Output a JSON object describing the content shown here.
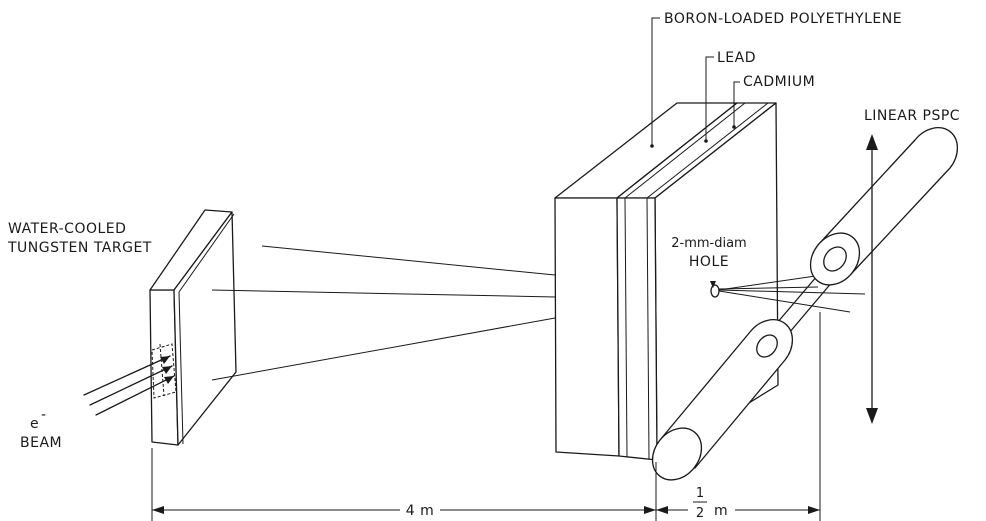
{
  "labels": {
    "boron": "BORON-LOADED POLYETHYLENE",
    "lead": "LEAD",
    "cadmium": "CADMIUM",
    "pspc": "LINEAR PSPC",
    "target_line1": "WATER-COOLED",
    "target_line2": "TUNGSTEN TARGET",
    "hole_line1": "2-mm-diam",
    "hole_line2": "HOLE",
    "electron": "e",
    "electron_sup": "-",
    "beam": "BEAM",
    "dist_4m": "4 m",
    "dist_half_num": "1",
    "dist_half_den": "2",
    "dist_half_unit": "m"
  },
  "colors": {
    "ink": "#1a1a1a",
    "background": "#ffffff"
  }
}
